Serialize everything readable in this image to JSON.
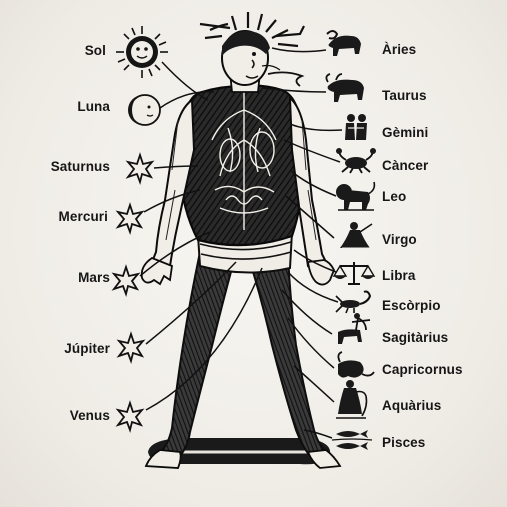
{
  "planets": [
    {
      "label": "Sol",
      "icon": "sun-face-icon"
    },
    {
      "label": "Luna",
      "icon": "crescent-moon-face-icon"
    },
    {
      "label": "Saturnus",
      "icon": "star-icon"
    },
    {
      "label": "Mercuri",
      "icon": "star-icon"
    },
    {
      "label": "Mars",
      "icon": "star-icon"
    },
    {
      "label": "Júpiter",
      "icon": "star-icon"
    },
    {
      "label": "Venus",
      "icon": "star-icon"
    }
  ],
  "zodiac": [
    {
      "label": "Àries",
      "icon": "ram-icon"
    },
    {
      "label": "Taurus",
      "icon": "bull-icon"
    },
    {
      "label": "Gèmini",
      "icon": "twins-icon"
    },
    {
      "label": "Càncer",
      "icon": "crab-icon"
    },
    {
      "label": "Leo",
      "icon": "lion-icon"
    },
    {
      "label": "Virgo",
      "icon": "maiden-icon"
    },
    {
      "label": "Libra",
      "icon": "scales-icon"
    },
    {
      "label": "Escòrpio",
      "icon": "scorpion-icon"
    },
    {
      "label": "Sagitàrius",
      "icon": "archer-icon"
    },
    {
      "label": "Capricornus",
      "icon": "goat-icon"
    },
    {
      "label": "Aquàrius",
      "icon": "water-bearer-icon"
    },
    {
      "label": "Pisces",
      "icon": "fish-icon"
    }
  ],
  "colors": {
    "ink": "#141414",
    "paper": "#f3f1ec"
  }
}
